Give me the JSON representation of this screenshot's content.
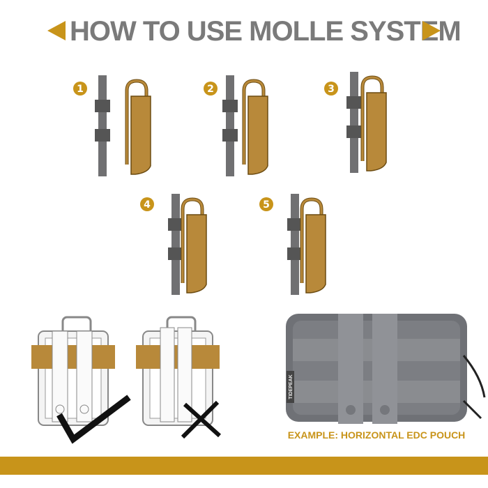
{
  "header": {
    "title": "HOW TO USE MOLLE SYSTEM"
  },
  "steps": [
    {
      "number": "1"
    },
    {
      "number": "2"
    },
    {
      "number": "3"
    },
    {
      "number": "4"
    },
    {
      "number": "5"
    }
  ],
  "examples": {
    "correct_mark": "check",
    "incorrect_mark": "cross",
    "photo_brand": "TIDEPEAK",
    "caption": "EXAMPLE: HORIZONTAL EDC POUCH"
  },
  "colors": {
    "accent": "#c8941a",
    "title": "#7a7a7a",
    "rail": "#707072",
    "pouch": "#b8893a",
    "photo_pouch": "#6f7176"
  }
}
